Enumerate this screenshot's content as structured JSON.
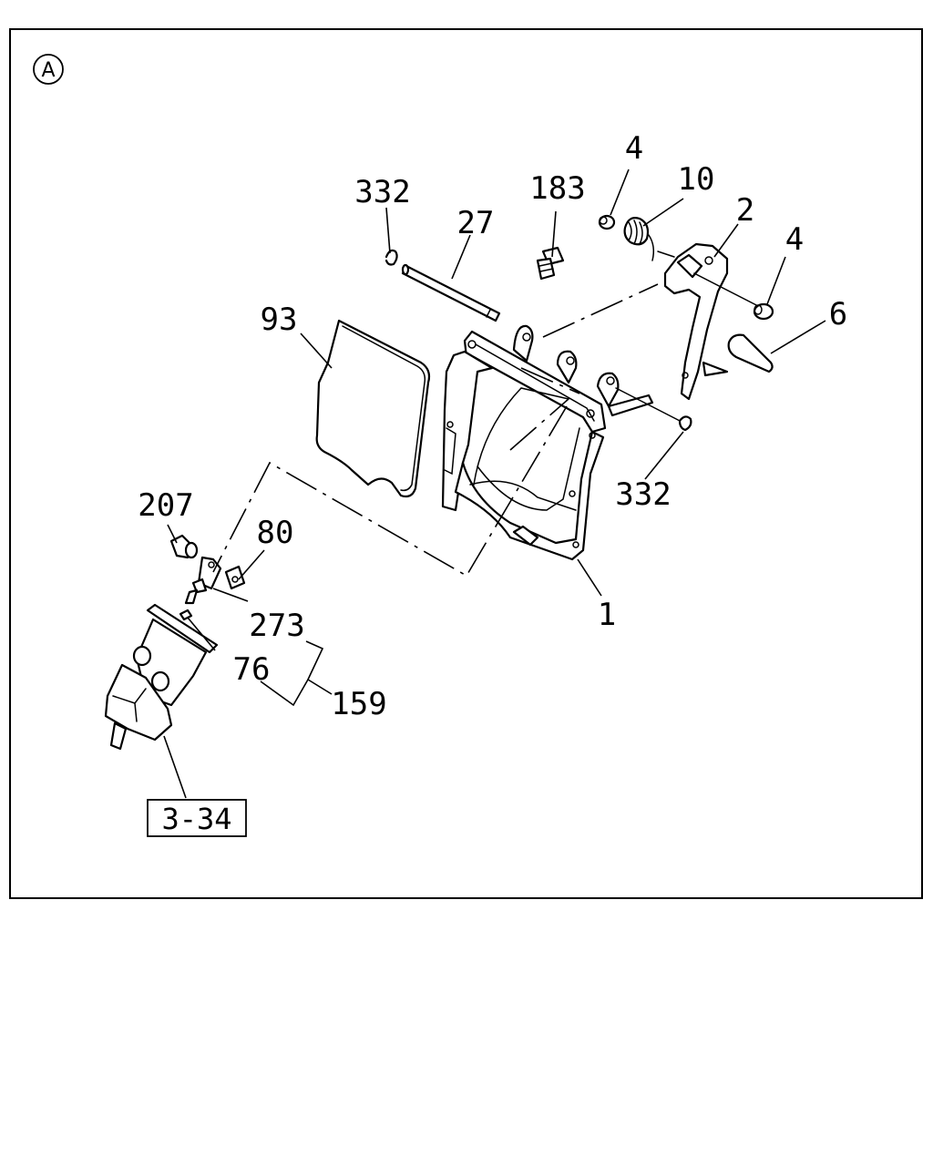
{
  "view_marker": "A",
  "callouts": {
    "c332_top": "332",
    "c183": "183",
    "c4_top": "4",
    "c10": "10",
    "c27": "27",
    "c2": "2",
    "c4_right": "4",
    "c93": "93",
    "c6": "6",
    "c332_right": "332",
    "c207": "207",
    "c80": "80",
    "c273": "273",
    "c1": "1",
    "c76": "76",
    "c159": "159"
  },
  "reference_box": "3-34"
}
